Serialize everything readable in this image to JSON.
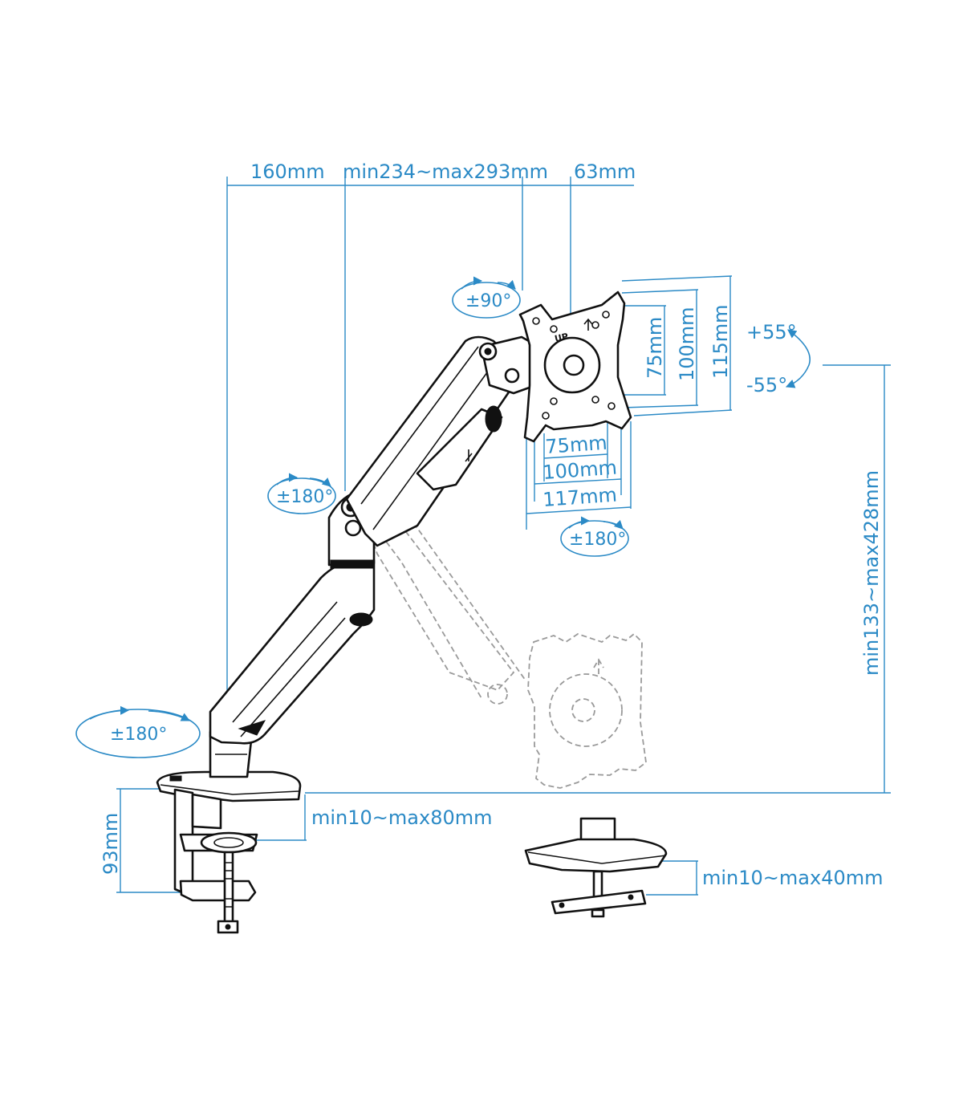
{
  "colors": {
    "dimension": "#2b8ac6",
    "outline": "#111111",
    "ghost": "#9a9a9a",
    "background": "#ffffff"
  },
  "top_dimensions": {
    "base_offset": "160mm",
    "arm_length": "min234~max293mm",
    "plate_offset": "63mm"
  },
  "vesa_vertical": {
    "small": "75mm",
    "medium": "100mm",
    "large": "115mm"
  },
  "vesa_horizontal": {
    "small": "75mm",
    "medium": "100mm",
    "large": "117mm"
  },
  "tilt": {
    "up": "+55°",
    "down": "-55°"
  },
  "rotation": {
    "plate": "±90°",
    "elbow": "±180°",
    "swivel": "±180°",
    "base": "±180°"
  },
  "height_range": "min133~max428mm",
  "clamp": {
    "height": "93mm",
    "desk_thickness": "min10~max80mm"
  },
  "grommet": {
    "desk_thickness": "min10~max40mm"
  },
  "plate_label": "UP",
  "icons": [
    "rotation-arrow-icon",
    "tilt-arrow-icon",
    "up-arrow-icon"
  ]
}
